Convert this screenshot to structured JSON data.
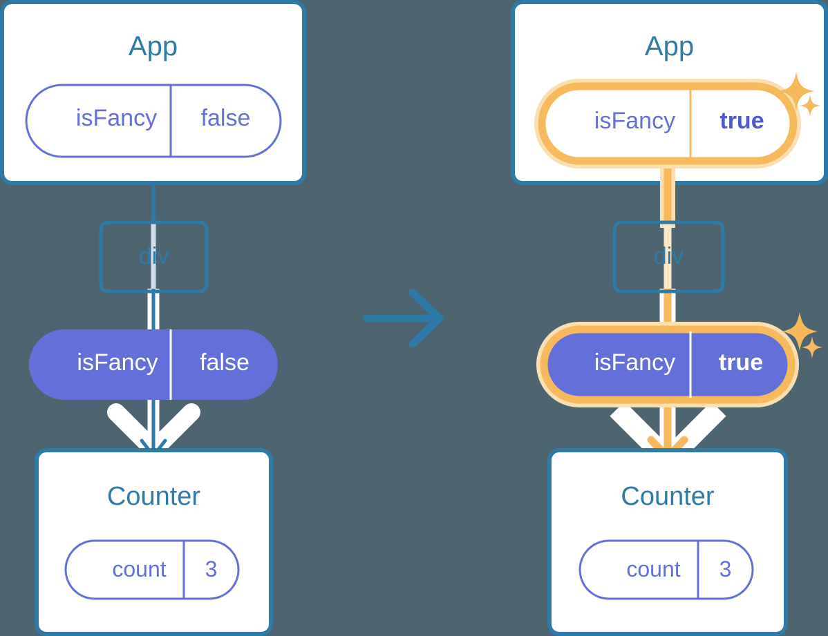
{
  "diagram": {
    "type": "react-state-propagation",
    "title": "",
    "background_color": "#4c6570",
    "panels": [
      {
        "id": "before",
        "side": "left",
        "nodes": [
          {
            "id": "app-before",
            "kind": "component-box",
            "label": "App",
            "state": {
              "name": "isFancy",
              "value": "false",
              "highlighted": false,
              "filled": false,
              "bold_value": false
            }
          },
          {
            "id": "div-before",
            "kind": "element-box",
            "label": "div"
          },
          {
            "id": "prop-before",
            "kind": "prop-pill",
            "name": "isFancy",
            "value": "false",
            "filled": true,
            "highlighted": false,
            "bold_value": false
          },
          {
            "id": "counter-before",
            "kind": "component-box",
            "label": "Counter",
            "state": {
              "name": "count",
              "value": "3",
              "highlighted": false,
              "filled": false,
              "bold_value": false
            }
          }
        ],
        "edges": [
          {
            "from": "app-before",
            "to": "div-before",
            "style": "thin-blue"
          },
          {
            "from": "div-before",
            "to": "prop-before",
            "style": "thin-blue"
          },
          {
            "from": "prop-before",
            "to": "counter-before",
            "style": "arrow-blue-white-outline"
          }
        ],
        "sparkles": 0
      },
      {
        "id": "after",
        "side": "right",
        "nodes": [
          {
            "id": "app-after",
            "kind": "component-box",
            "label": "App",
            "state": {
              "name": "isFancy",
              "value": "true",
              "highlighted": true,
              "filled": false,
              "bold_value": true
            }
          },
          {
            "id": "div-after",
            "kind": "element-box",
            "label": "div"
          },
          {
            "id": "prop-after",
            "kind": "prop-pill",
            "name": "isFancy",
            "value": "true",
            "filled": true,
            "highlighted": true,
            "bold_value": true
          },
          {
            "id": "counter-after",
            "kind": "component-box",
            "label": "Counter",
            "state": {
              "name": "count",
              "value": "3",
              "highlighted": false,
              "filled": false,
              "bold_value": false
            }
          }
        ],
        "edges": [
          {
            "from": "app-after",
            "to": "div-after",
            "style": "thick-orange"
          },
          {
            "from": "div-after",
            "to": "prop-after",
            "style": "thick-orange"
          },
          {
            "from": "prop-after",
            "to": "counter-after",
            "style": "arrow-orange-white-outline"
          }
        ],
        "sparkles": 4
      }
    ],
    "transition_arrow": {
      "name": "right-arrow",
      "direction": "right"
    }
  },
  "colors": {
    "background": "#4c6570",
    "box_border": "#2e7ba8",
    "box_fill": "#ffffff",
    "heading_text": "#2e7ba8",
    "pill_purple": "#6470da",
    "pill_outline": "#6470da",
    "pill_text_light": "#ffffff",
    "highlight_orange": "#f8b95c",
    "highlight_glow": "#fbdfb0",
    "edge_blue": "#2e7ba8",
    "edge_white": "#ffffff",
    "faded_line_blue": "#d3ddf0",
    "faded_line_orange": "#fbe7c8"
  },
  "labels": {
    "app": "App",
    "div": "div",
    "counter": "Counter",
    "is_fancy": "isFancy",
    "count": "count",
    "value_false": "false",
    "value_true": "true",
    "value_three": "3"
  }
}
